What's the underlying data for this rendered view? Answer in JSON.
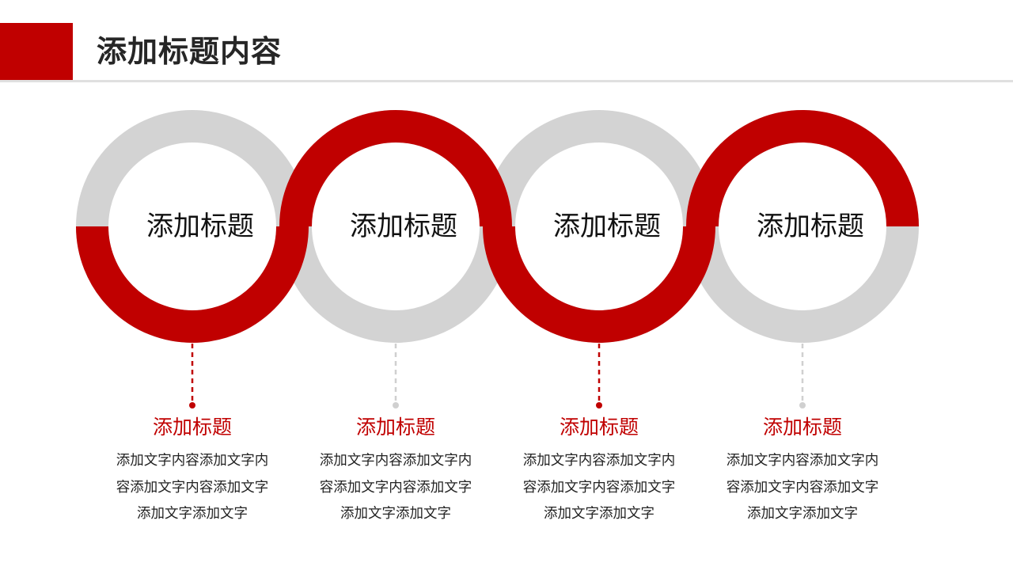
{
  "header": {
    "title": "添加标题内容"
  },
  "colors": {
    "accent": "#c00000",
    "ring_gray": "#d3d3d3",
    "dot_gray": "#d0d0d0"
  },
  "steps": [
    {
      "ring_title": "添加标题",
      "title": "添加标题",
      "desc": [
        "添加文字内容添加文字内",
        "容添加文字内容添加文字",
        "添加文字添加文字"
      ],
      "accent": "red"
    },
    {
      "ring_title": "添加标题",
      "title": "添加标题",
      "desc": [
        "添加文字内容添加文字内",
        "容添加文字内容添加文字",
        "添加文字添加文字"
      ],
      "accent": "gray"
    },
    {
      "ring_title": "添加标题",
      "title": "添加标题",
      "desc": [
        "添加文字内容添加文字内",
        "容添加文字内容添加文字",
        "添加文字添加文字"
      ],
      "accent": "red"
    },
    {
      "ring_title": "添加标题",
      "title": "添加标题",
      "desc": [
        "添加文字内容添加文字内",
        "容添加文字内容添加文字",
        "添加文字添加文字"
      ],
      "accent": "gray"
    }
  ]
}
